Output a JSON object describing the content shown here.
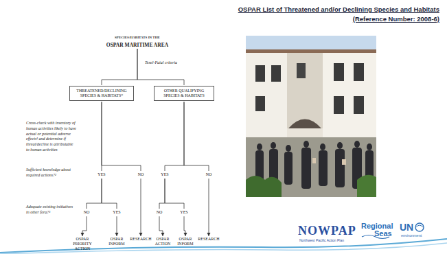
{
  "diagram": {
    "title": "OSPAR List of Threatened and/or Declining Species and Habitats",
    "nodes": [
      {
        "text": [
          "SPECIES/HABITATS IN THE",
          "OSPAR MARITIME AREA"
        ]
      },
      {
        "text": [
          "THREATENED/DECLINING SPECIES & HABITATS*"
        ]
      },
      {
        "text": [
          "OTHER QUALIFYING SPECIES & HABITATS"
        ]
      },
      {
        "text": [
          "YES"
        ]
      },
      {
        "text": [
          "NO"
        ]
      },
      {
        "text": [
          "YES"
        ]
      },
      {
        "text": [
          "NO"
        ]
      },
      {
        "text": [
          "NO"
        ]
      },
      {
        "text": [
          "YES"
        ]
      },
      {
        "text": [
          "NO"
        ]
      },
      {
        "text": [
          "YES"
        ]
      },
      {
        "text": [
          "OSPAR PRIORITY ACTION"
        ]
      },
      {
        "text": [
          "OSPAR INFORM"
        ]
      },
      {
        "text": [
          "RESEARCH"
        ]
      },
      {
        "text": [
          "OSPAR ACTION"
        ]
      },
      {
        "text": [
          "OSPAR INFORM"
        ]
      },
      {
        "text": [
          "RESEARCH"
        ]
      }
    ],
    "edges": [
      {
        "from": 0,
        "to": 1,
        "arrow": "none"
      },
      {
        "from": 0,
        "to": 2,
        "arrow": "none"
      },
      {
        "from": 1,
        "to": 3,
        "arrow": "none"
      },
      {
        "from": 1,
        "to": 4,
        "arrow": "none"
      },
      {
        "from": 2,
        "to": 5,
        "arrow": "none"
      },
      {
        "from": 2,
        "to": 6,
        "arrow": "none"
      },
      {
        "from": 3,
        "to": 7,
        "arrow": "none"
      },
      {
        "from": 3,
        "to": 8,
        "arrow": "none"
      },
      {
        "from": 5,
        "to": 9,
        "arrow": "none"
      },
      {
        "from": 5,
        "to": 10,
        "arrow": "none"
      },
      {
        "from": 7,
        "to": 11,
        "arrow": "to"
      },
      {
        "from": 8,
        "to": 12,
        "arrow": "to"
      },
      {
        "from": 4,
        "to": 13,
        "arrow": "to"
      },
      {
        "from": 9,
        "to": 14,
        "arrow": "to"
      },
      {
        "from": 10,
        "to": 15,
        "arrow": "to"
      },
      {
        "from": 6,
        "to": 16,
        "arrow": "to"
      }
    ],
    "labels": [
      "(Reference Number: 2008-6)",
      "Texel-Faial criteria",
      "Cross-check with inventory of human activities likely to have actual or potential adverse effects¹ and determine if threat/decline is attributable to human activities",
      "Sufficient knowledge about required actions?²",
      "Adequate existing initiatives in other fora?³",
      "NOWPAP",
      "Northwest Pacific Action Plan",
      "Regional",
      "Seas",
      "UN",
      "environment"
    ]
  }
}
